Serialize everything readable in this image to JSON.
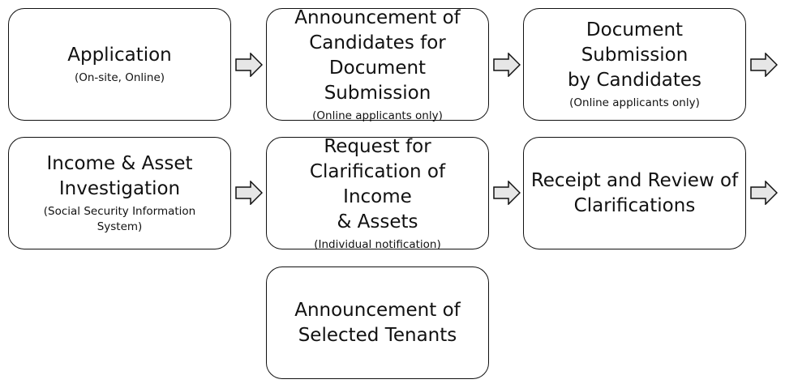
{
  "steps": [
    {
      "title": "Application",
      "note": "(On-site, Online)"
    },
    {
      "title": "Announcement of\nCandidates for\nDocument Submission",
      "note": "(Online applicants only)"
    },
    {
      "title": "Document Submission\nby Candidates",
      "note": "(Online applicants only)"
    },
    {
      "title": "Income & Asset\nInvestigation",
      "note": "(Social Security Information\nSystem)"
    },
    {
      "title": "Request for\nClarification of Income\n& Assets",
      "note": "(Individual notification)"
    },
    {
      "title": "Receipt and Review of\nClarifications",
      "note": ""
    },
    {
      "title": "Announcement of\nSelected Tenants",
      "note": ""
    }
  ],
  "colors": {
    "border": "#111111",
    "arrow_fill": "#e6e6e6",
    "background": "#ffffff"
  },
  "icons": {
    "flow_arrow": "right-block-arrow-icon"
  }
}
